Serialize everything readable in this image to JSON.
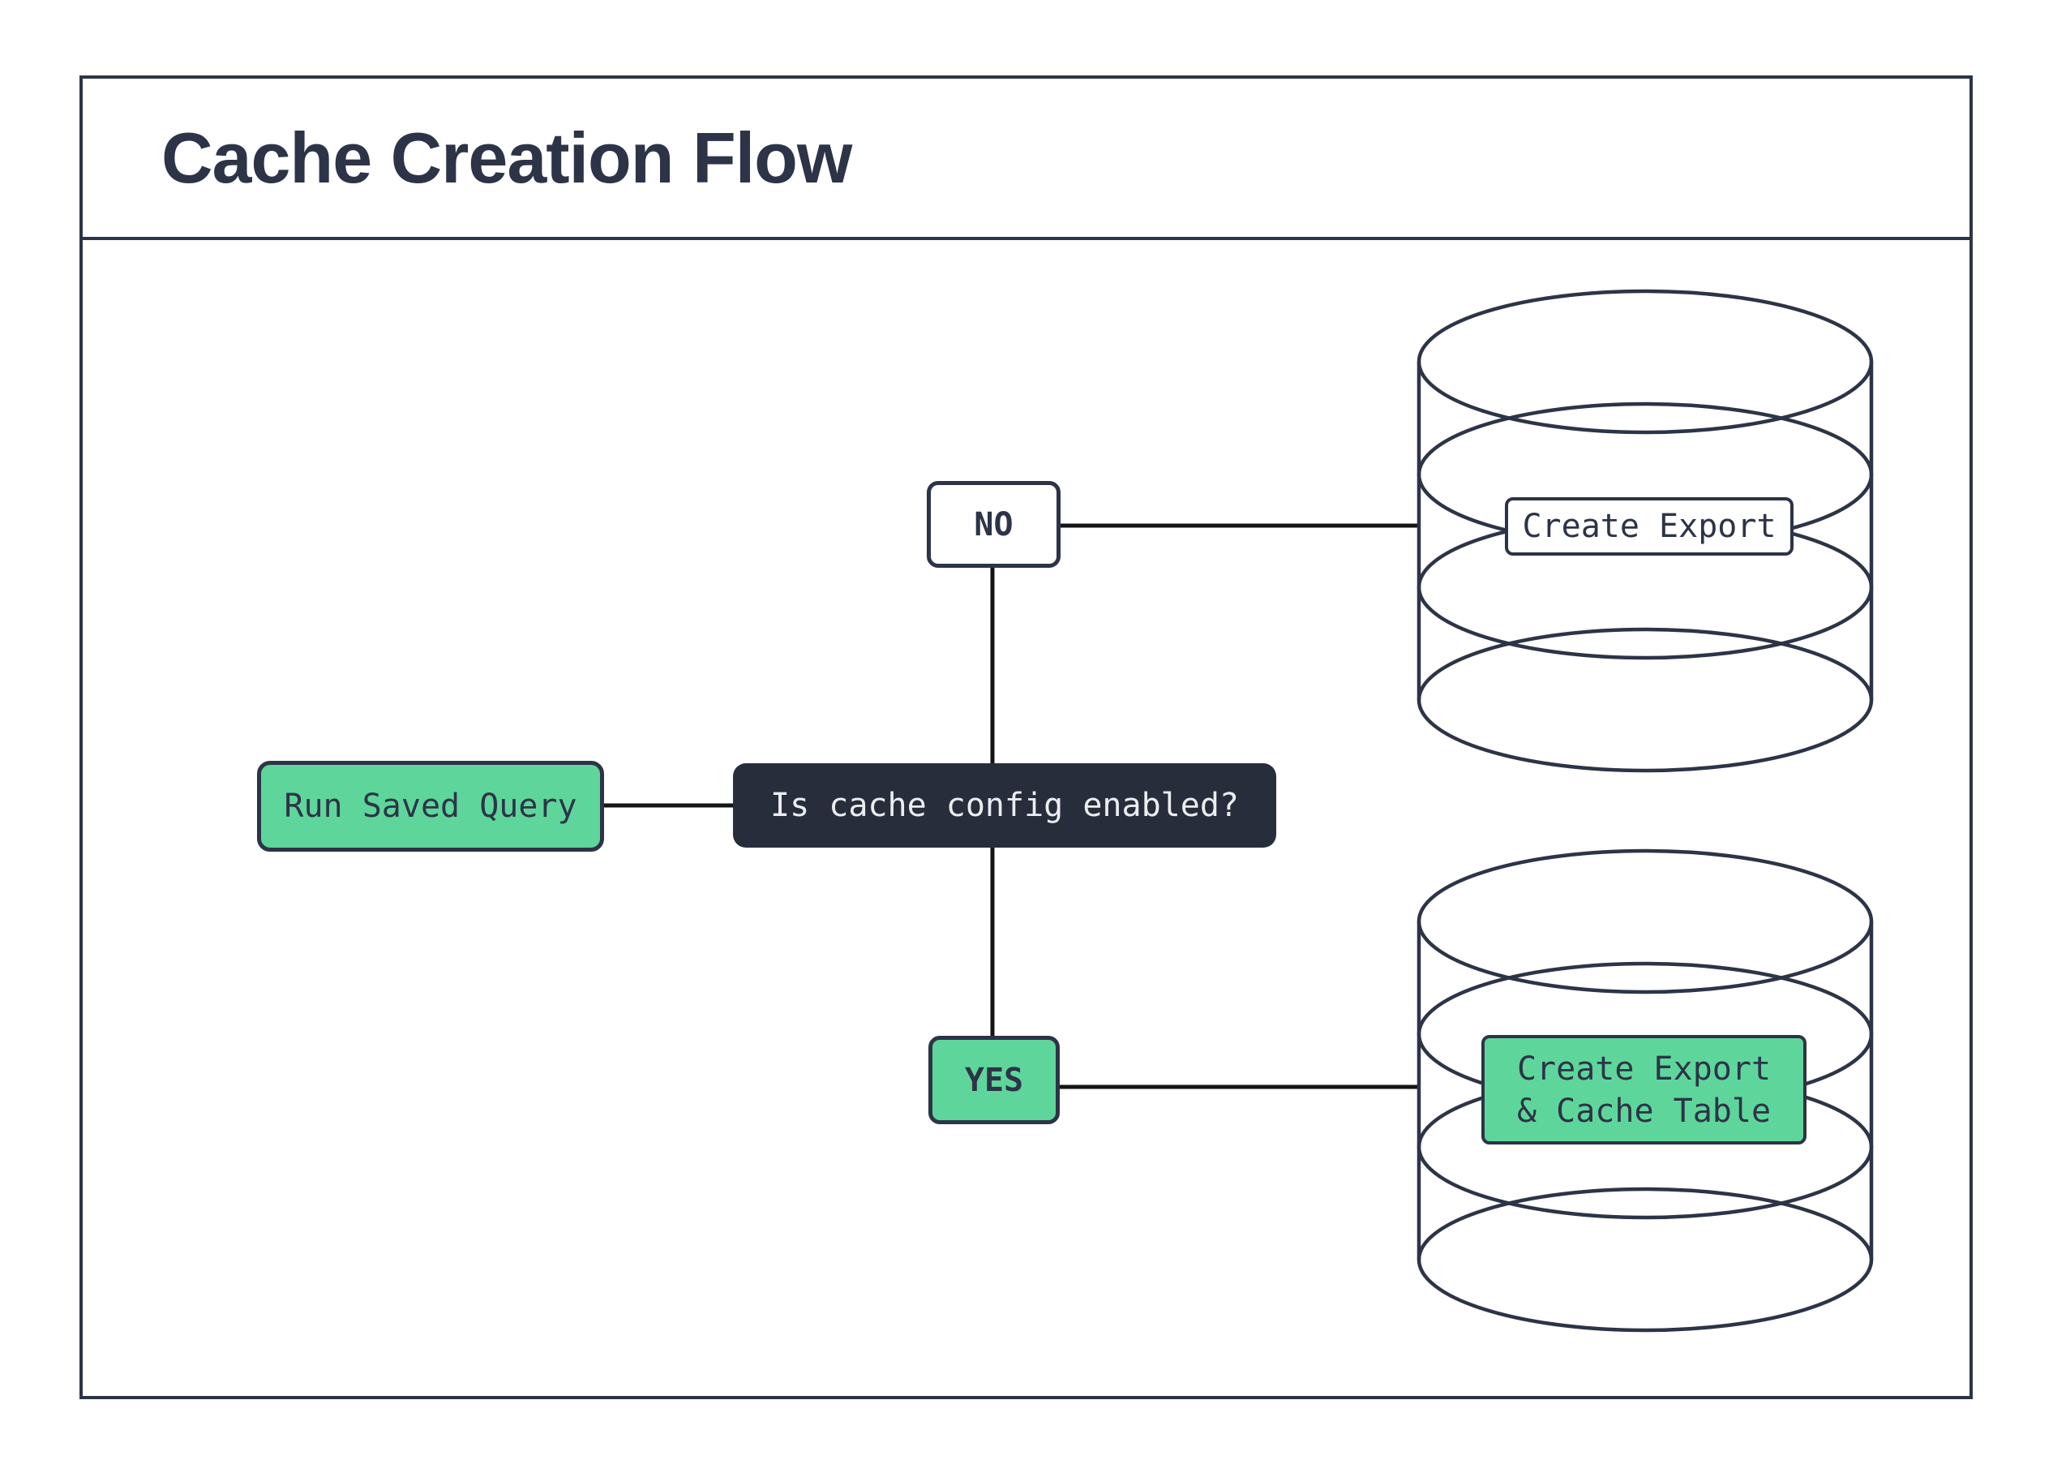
{
  "title": "Cache Creation Flow",
  "colors": {
    "ink": "#2d3447",
    "accent_green": "#5ed69b",
    "question_bg": "#272d3b",
    "question_text": "#ebedf0",
    "connector": "#141414",
    "canvas_bg": "#ffffff"
  },
  "nodes": {
    "run_saved_query": {
      "label": "Run Saved Query"
    },
    "decision": {
      "label": "Is cache config enabled?"
    },
    "no_branch": {
      "label": "NO"
    },
    "yes_branch": {
      "label": "YES"
    },
    "create_export": {
      "label": "Create Export"
    },
    "create_export_cache": {
      "line1": "Create Export",
      "line2": "& Cache Table"
    }
  },
  "icons": {
    "database_top": "database-cylinder",
    "database_bottom": "database-cylinder"
  }
}
